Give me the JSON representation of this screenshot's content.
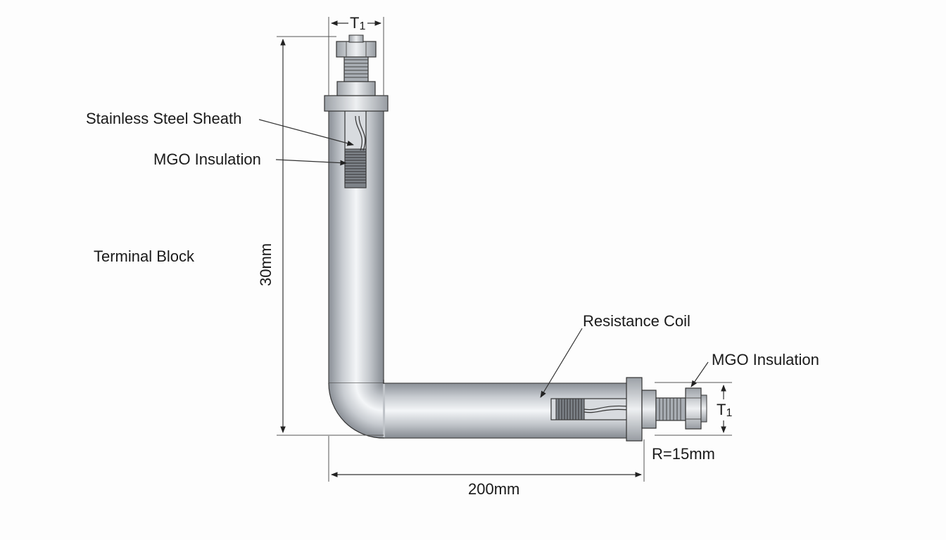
{
  "labels": {
    "stainless_steel_sheath": "Stainless Steel Sheath",
    "mgo_insulation_top": "MGO Insulation",
    "terminal_block": "Terminal Block",
    "resistance_coil": "Resistance Coil",
    "mgo_insulation_right": "MGO Insulation"
  },
  "dimensions": {
    "height": "30mm",
    "length": "200mm",
    "bend_radius": "R=15mm",
    "terminal_top_main": "T",
    "terminal_top_sub": "1",
    "terminal_right_main": "T",
    "terminal_right_sub": "1"
  },
  "colors": {
    "line": "#333333",
    "tube_dark": "#8a8f96",
    "tube_light": "#f4f6f8",
    "fitting": "#c9ccd0",
    "background": "#fdfdfd"
  }
}
